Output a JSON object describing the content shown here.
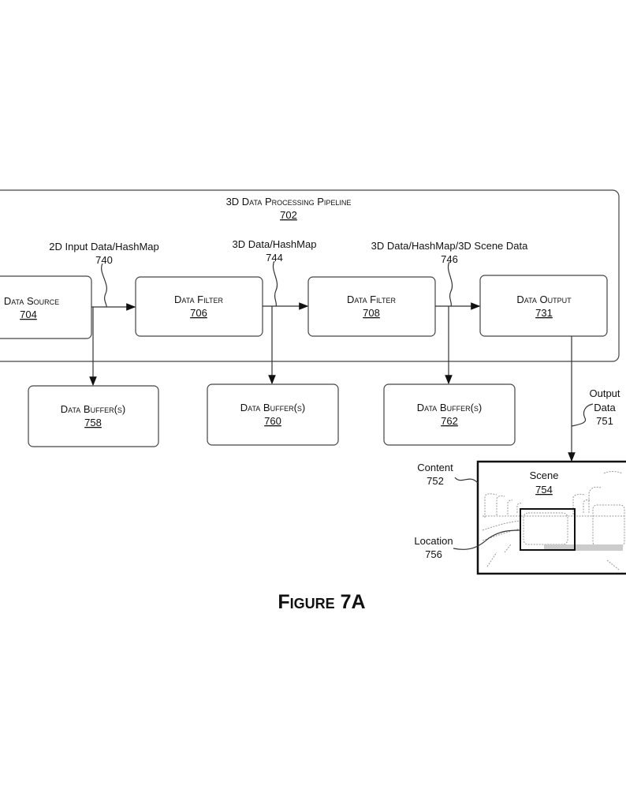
{
  "pipeline": {
    "title": "3D Data Processing Pipeline",
    "ref": "702"
  },
  "nodes": {
    "source": {
      "label": "Data Source",
      "ref": "704"
    },
    "filter1": {
      "label": "Data Filter",
      "ref": "706"
    },
    "filter2": {
      "label": "Data Filter",
      "ref": "708"
    },
    "output": {
      "label": "Data Output",
      "ref": "731"
    }
  },
  "buffers": [
    {
      "label": "Data Buffer(s)",
      "ref": "758"
    },
    {
      "label": "Data Buffer(s)",
      "ref": "760"
    },
    {
      "label": "Data Buffer(s)",
      "ref": "762"
    }
  ],
  "edges": {
    "e740": {
      "label": "2D Input Data/HashMap",
      "ref": "740"
    },
    "e744": {
      "label": "3D Data/HashMap",
      "ref": "744"
    },
    "e746": {
      "label": "3D Data/HashMap/3D Scene Data",
      "ref": "746"
    },
    "e751": {
      "label_line1": "Output",
      "label_line2": "Data",
      "ref": "751"
    }
  },
  "content": {
    "content_label": "Content",
    "content_ref": "752",
    "scene_label": "Scene",
    "scene_ref": "754",
    "location_label": "Location",
    "location_ref": "756"
  },
  "figure_caption": "Figure 7A"
}
